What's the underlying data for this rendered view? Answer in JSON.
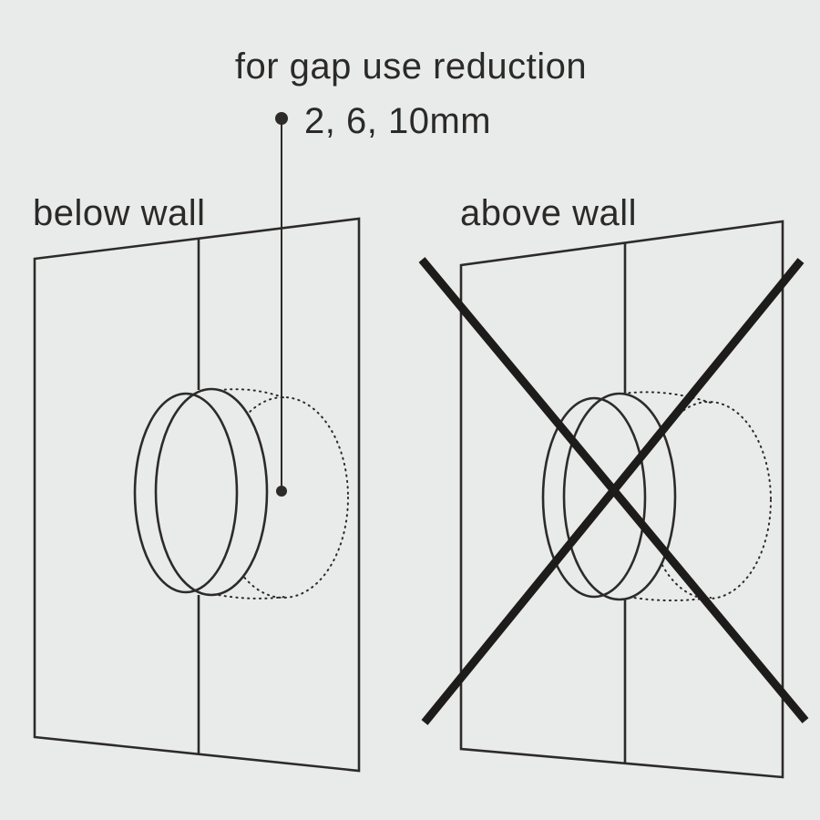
{
  "colors": {
    "background": "#e9ebea",
    "line": "#2d2b29",
    "cross": "#1d1c1a",
    "text": "#2b2a29"
  },
  "annotation": {
    "title": "for gap use reduction",
    "measurement": "2, 6, 10mm"
  },
  "panels": {
    "left": {
      "label": "below wall",
      "crossed_out": false
    },
    "right": {
      "label": "above wall",
      "crossed_out": true
    }
  }
}
